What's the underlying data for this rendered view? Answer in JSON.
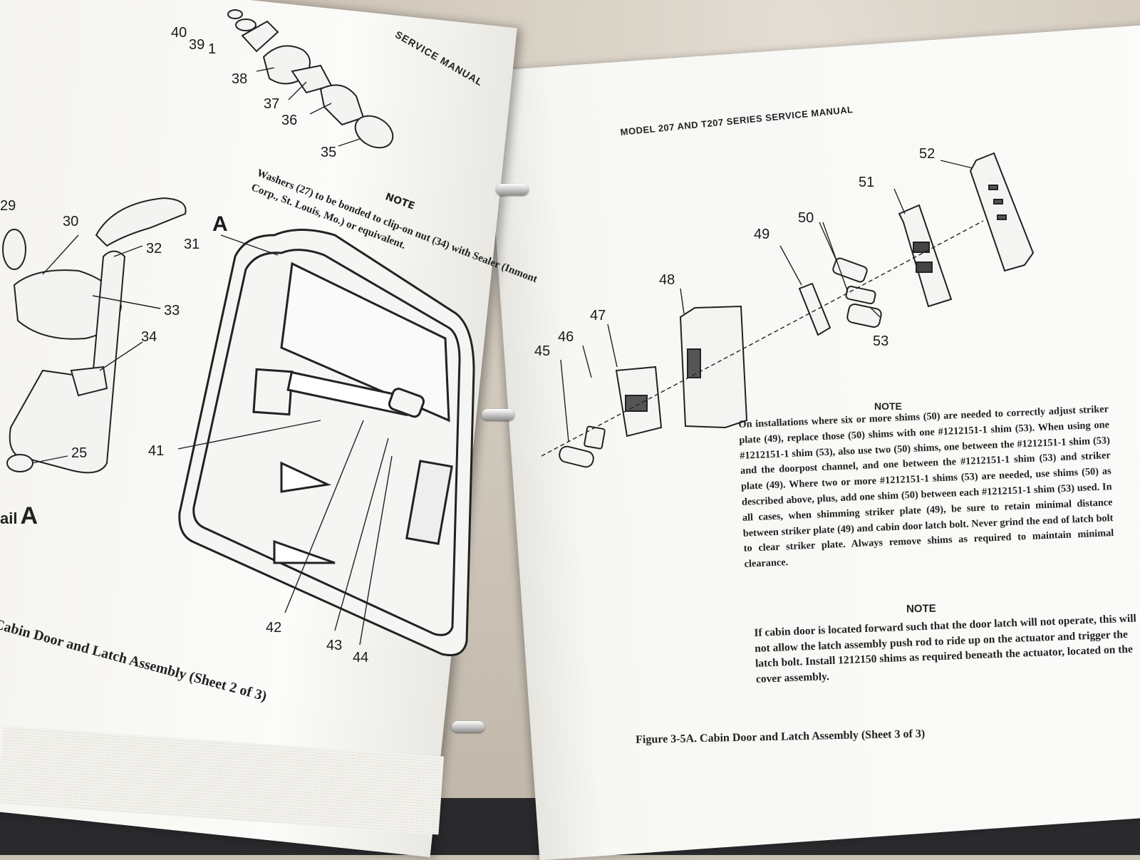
{
  "left_page": {
    "header_fragment": "SERVICE MANUAL",
    "note_title": "NOTE",
    "note_text": "Washers (27) to be bonded to clip-on nut (34) with Sealer (Inmont Corp., St. Louis, Mo.) or equivalent.",
    "detail_label": "ail",
    "detail_letter": "A",
    "view_letter": "A",
    "caption": "Cabin Door and Latch Assembly (Sheet 2 of 3)",
    "callouts": [
      "40",
      "39",
      "1",
      "38",
      "37",
      "36",
      "35",
      "29",
      "30",
      "31",
      "32",
      "33",
      "34",
      "25",
      "41",
      "42",
      "43",
      "44"
    ]
  },
  "right_page": {
    "header": "MODEL 207 AND T207 SERIES SERVICE MANUAL",
    "callouts": [
      "52",
      "51",
      "50",
      "49",
      "48",
      "47",
      "46",
      "45",
      "53"
    ],
    "note1_title": "NOTE",
    "note1_text": "On installations where six or more shims (50) are needed to correctly adjust striker plate (49), replace those (50) shims with one #1212151-1 shim (53). When using one #1212151-1 shim (53), also use two (50) shims, one between the #1212151-1 shim (53) and the doorpost channel, and one between the #1212151-1 shim (53) and striker plate (49). Where two or more #1212151-1 shims (53) are needed, use shims (50) as described above, plus, add one shim (50) between each #1212151-1 shim (53) used. In all cases, when shimming striker plate (49), be sure to retain minimal distance between striker plate (49) and cabin door latch bolt. Never grind the end of latch bolt to clear striker plate. Always remove shims as required to maintain minimal clearance.",
    "note2_title": "NOTE",
    "note2_text": "If cabin door is located forward such that the door latch will not operate, this will not allow the latch assembly push rod to ride up on the actuator and trigger the latch bolt. Install 1212150 shims as required beneath the actuator, located on the cover assembly.",
    "caption": "Figure 3-5A. Cabin Door and Latch Assembly (Sheet 3 of 3)"
  }
}
